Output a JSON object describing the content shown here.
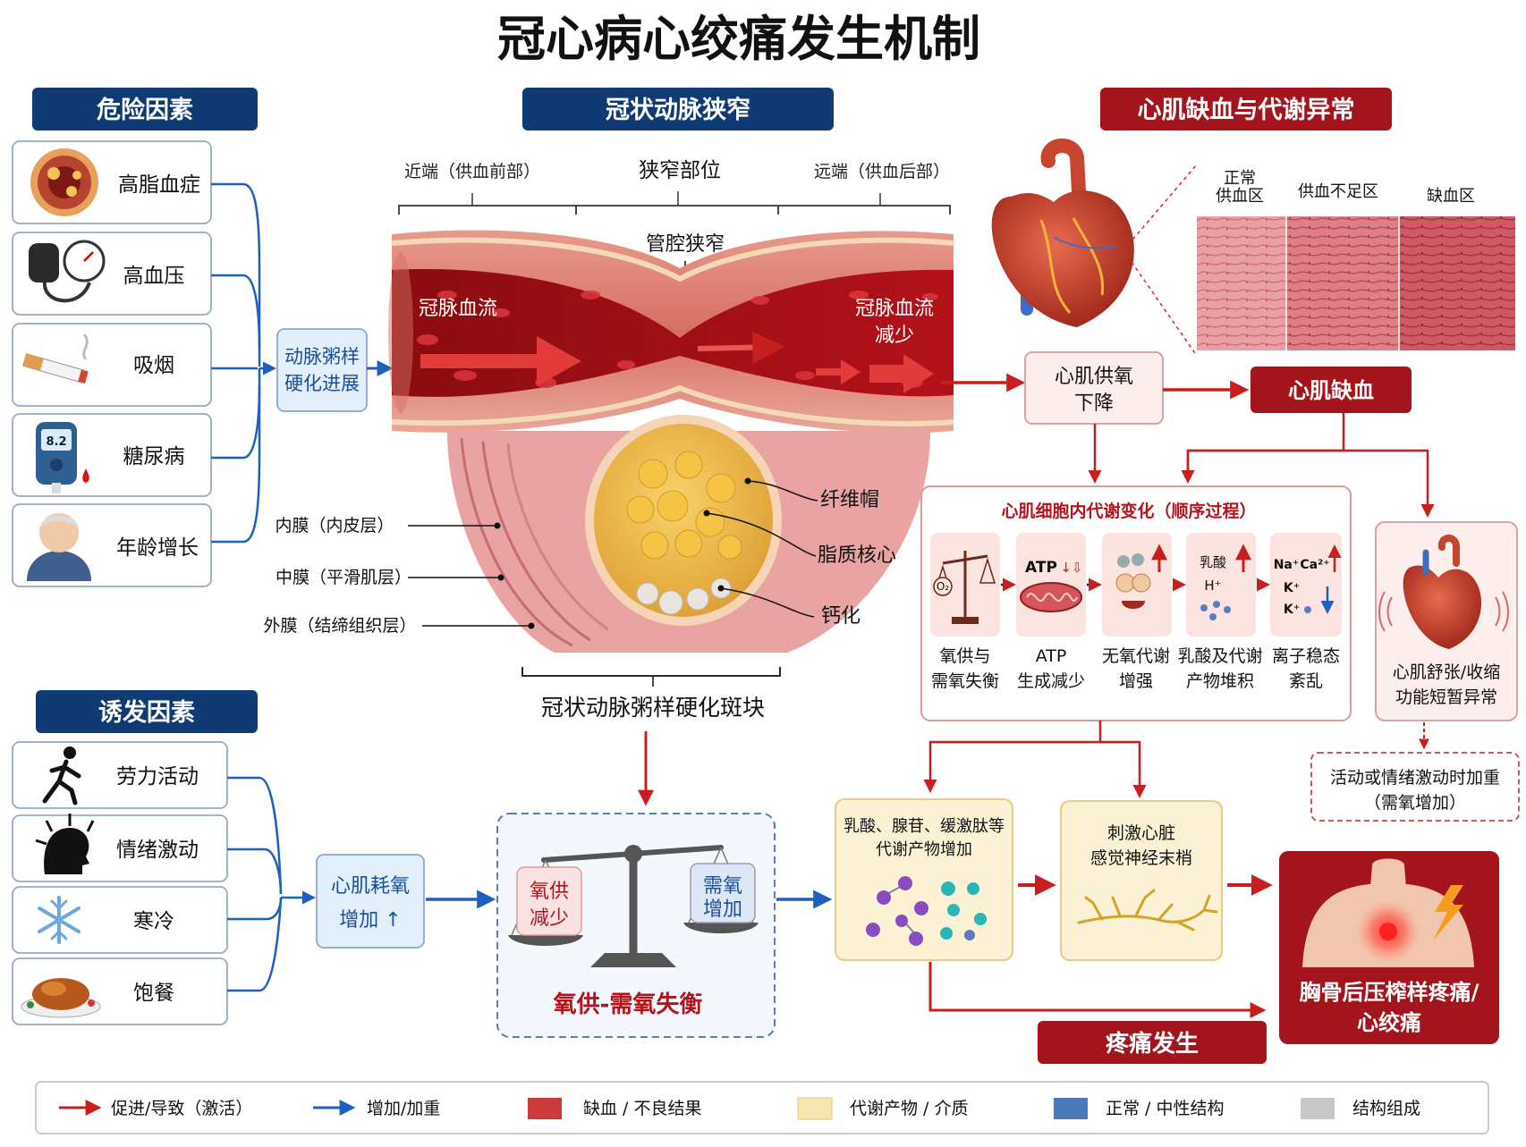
{
  "title": "冠心病心绞痛发生机制",
  "colors": {
    "navy": "#0f3a73",
    "darkred": "#a3141c",
    "blue": "#1f5fbf",
    "red": "#d42a2a",
    "cream": "#fbf2d6",
    "lightblue": "#e3eefb",
    "pink": "#fdeeee"
  },
  "risk": {
    "header": "危险因素",
    "items": [
      {
        "label": "高脂血症",
        "icon": "lipid-vessel-icon"
      },
      {
        "label": "高血压",
        "icon": "blood-pressure-gauge-icon"
      },
      {
        "label": "吸烟",
        "icon": "cigarette-icon"
      },
      {
        "label": "糖尿病",
        "icon": "glucose-meter-icon",
        "reading": "8.2"
      },
      {
        "label": "年龄增长",
        "icon": "elderly-person-icon"
      }
    ],
    "progress": [
      "动脉粥样",
      "硬化进展"
    ]
  },
  "artery": {
    "header": "冠状动脉狭窄",
    "proximal": "近端（供血前部）",
    "stenosis_site": "狭窄部位",
    "distal": "远端（供血后部）",
    "narrowing": "管腔狭窄",
    "flow_in": "冠脉血流",
    "flow_out": [
      "冠脉血流",
      "减少"
    ],
    "layers": [
      "内膜（内皮层）",
      "中膜（平滑肌层）",
      "外膜（结缔组织层）"
    ],
    "plaque_parts": [
      "纤维帽",
      "脂质核心",
      "钙化"
    ],
    "plaque": "冠状动脉粥样硬化斑块"
  },
  "ischemia": {
    "header": "心肌缺血与代谢异常",
    "zones": [
      [
        "正常",
        "供血区"
      ],
      [
        "供血不足区"
      ],
      [
        "缺血区"
      ]
    ],
    "o2_drop": [
      "心肌供氧",
      "下降"
    ],
    "ischemia_box": "心肌缺血",
    "metabolic_title": "心肌细胞内代谢变化（顺序过程）",
    "steps": [
      {
        "icon": "oxygen-scale-icon",
        "label": [
          "氧供与",
          "需氧失衡"
        ]
      },
      {
        "icon": "mitochondria-atp-icon",
        "label": [
          "ATP",
          "生成减少"
        ]
      },
      {
        "icon": "anaerobic-metabolism-icon",
        "label": [
          "无氧代谢",
          "增强"
        ]
      },
      {
        "icon": "lactate-accumulation-icon",
        "label": [
          "乳酸及代谢",
          "产物堆积"
        ]
      },
      {
        "icon": "ion-imbalance-icon",
        "label": [
          "离子稳态",
          "紊乱"
        ]
      }
    ],
    "dysfunction": [
      "心肌舒张/收缩",
      "功能短暂异常"
    ],
    "aggravate": [
      "活动或情绪激动时加重",
      "（需氧增加）"
    ]
  },
  "triggers": {
    "header": "诱发因素",
    "items": [
      {
        "label": "劳力活动",
        "icon": "running-person-icon"
      },
      {
        "label": "情绪激动",
        "icon": "stressed-head-icon"
      },
      {
        "label": "寒冷",
        "icon": "snowflake-icon"
      },
      {
        "label": "饱餐",
        "icon": "roast-meal-icon"
      }
    ],
    "demand_up": [
      "心肌耗氧",
      "增加 ↑"
    ]
  },
  "balance": {
    "left": [
      "氧供",
      "减少"
    ],
    "right": [
      "需氧",
      "增加"
    ],
    "caption": "氧供-需氧失衡"
  },
  "pain": {
    "metabolites": [
      "乳酸、腺苷、缓激肽等",
      "代谢产物增加"
    ],
    "nerve": [
      "刺激心脏",
      "感觉神经末梢"
    ],
    "onset": "疼痛发生",
    "result": [
      "胸骨后压榨样疼痛/",
      "心绞痛"
    ]
  },
  "legend": [
    {
      "type": "arrow",
      "color": "#c81e1e",
      "label": "促进/导致（激活）"
    },
    {
      "type": "arrow",
      "color": "#1f5fbf",
      "label": "增加/加重"
    },
    {
      "type": "swatch",
      "color": "#c93b3b",
      "label": "缺血 / 不良结果"
    },
    {
      "type": "swatch",
      "color": "#f8e6b0",
      "label": "代谢产物 / 介质"
    },
    {
      "type": "swatch",
      "color": "#4d79b8",
      "label": "正常 / 中性结构"
    },
    {
      "type": "swatch",
      "color": "#c8c8c8",
      "label": "结构组成"
    }
  ]
}
